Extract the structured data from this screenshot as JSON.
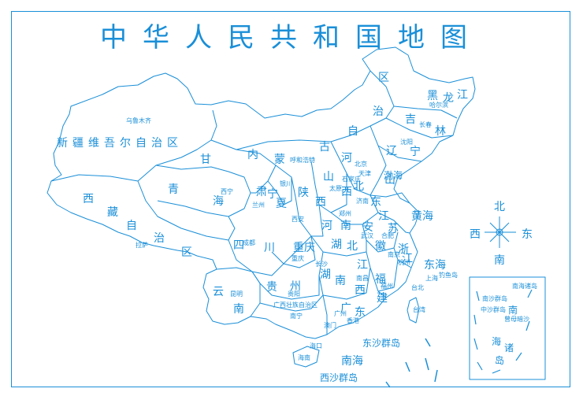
{
  "title": "中华人民共和国地图",
  "colors": {
    "line": "#1a8fd8",
    "background": "#ffffff"
  },
  "compass": {
    "north": "北",
    "south": "南",
    "east": "东",
    "west": "西"
  },
  "regions": [
    {
      "id": "heilongjiang",
      "chars": [
        "黑",
        "龙",
        "江"
      ]
    },
    {
      "id": "jilin",
      "chars": [
        "吉",
        "林"
      ]
    },
    {
      "id": "liaoning",
      "chars": [
        "辽",
        "宁"
      ]
    },
    {
      "id": "neimenggu",
      "chars": [
        "内",
        "蒙",
        "古",
        "自",
        "治",
        "区"
      ]
    },
    {
      "id": "xinjiang",
      "text": "新疆维吾尔自治区"
    },
    {
      "id": "xizang",
      "chars": [
        "西",
        "藏",
        "自",
        "治",
        "区"
      ]
    },
    {
      "id": "qinghai",
      "chars": [
        "青",
        "海"
      ]
    },
    {
      "id": "gansu",
      "chars": [
        "甘",
        "肃"
      ]
    },
    {
      "id": "sichuan",
      "chars": [
        "四",
        "川"
      ]
    },
    {
      "id": "yunnan",
      "chars": [
        "云",
        "南"
      ]
    },
    {
      "id": "guizhou",
      "chars": [
        "贵",
        "州"
      ]
    },
    {
      "id": "guangxi",
      "text": "广西壮族自治区"
    },
    {
      "id": "guangdong",
      "chars": [
        "广",
        "东"
      ]
    },
    {
      "id": "hunan",
      "chars": [
        "湖",
        "南"
      ]
    },
    {
      "id": "hubei",
      "chars": [
        "湖",
        "北"
      ]
    },
    {
      "id": "henan",
      "chars": [
        "河",
        "南"
      ]
    },
    {
      "id": "shaanxi",
      "chars": [
        "陕",
        "西"
      ]
    },
    {
      "id": "shanxi",
      "chars": [
        "山",
        "西"
      ]
    },
    {
      "id": "hebei",
      "chars": [
        "河",
        "北"
      ]
    },
    {
      "id": "shandong",
      "chars": [
        "山",
        "东"
      ]
    },
    {
      "id": "jiangsu",
      "chars": [
        "江",
        "苏"
      ]
    },
    {
      "id": "anhui",
      "chars": [
        "安",
        "徽"
      ]
    },
    {
      "id": "zhejiang",
      "chars": [
        "浙",
        "江"
      ]
    },
    {
      "id": "jiangxi",
      "chars": [
        "江",
        "西"
      ]
    },
    {
      "id": "fujian",
      "chars": [
        "福",
        "建"
      ]
    },
    {
      "id": "ningxia",
      "chars": [
        "宁",
        "夏"
      ]
    },
    {
      "id": "chongqing",
      "text": "重庆"
    },
    {
      "id": "hainan",
      "text": "海南"
    },
    {
      "id": "taiwan",
      "text": "台湾"
    }
  ],
  "capitals": [
    {
      "id": "wulumuqi",
      "text": "乌鲁木齐"
    },
    {
      "id": "lasa",
      "text": "拉萨"
    },
    {
      "id": "xining",
      "text": "西宁"
    },
    {
      "id": "lanzhou",
      "text": "兰州"
    },
    {
      "id": "yinchuan",
      "text": "银川"
    },
    {
      "id": "huhehaote",
      "text": "呼和浩特"
    },
    {
      "id": "haerbin",
      "text": "哈尔滨"
    },
    {
      "id": "changchun",
      "text": "长春"
    },
    {
      "id": "shenyang",
      "text": "沈阳"
    },
    {
      "id": "beijing",
      "text": "北京"
    },
    {
      "id": "tianjin",
      "text": "天津"
    },
    {
      "id": "shijiazhuang",
      "text": "石家庄"
    },
    {
      "id": "taiyuan",
      "text": "太原"
    },
    {
      "id": "jinan",
      "text": "济南"
    },
    {
      "id": "zhengzhou",
      "text": "郑州"
    },
    {
      "id": "xian",
      "text": "西安"
    },
    {
      "id": "chengdu",
      "text": "成都"
    },
    {
      "id": "chongqing_city",
      "text": "重庆"
    },
    {
      "id": "wuhan",
      "text": "武汉"
    },
    {
      "id": "hefei",
      "text": "合肥"
    },
    {
      "id": "nanjing",
      "text": "南京"
    },
    {
      "id": "shanghai",
      "text": "上海"
    },
    {
      "id": "hangzhou",
      "text": "杭州"
    },
    {
      "id": "nanchang",
      "text": "南昌"
    },
    {
      "id": "changsha",
      "text": "长沙"
    },
    {
      "id": "fuzhou",
      "text": "福州"
    },
    {
      "id": "guiyang",
      "text": "贵阳"
    },
    {
      "id": "kunming",
      "text": "昆明"
    },
    {
      "id": "nanning",
      "text": "南宁"
    },
    {
      "id": "guangzhou",
      "text": "广州"
    },
    {
      "id": "aomen",
      "text": "澳门"
    },
    {
      "id": "xianggang",
      "text": "香港"
    },
    {
      "id": "haikou",
      "text": "海口"
    },
    {
      "id": "taibei",
      "text": "台北"
    }
  ],
  "seas": {
    "bohai": "渤海",
    "huanghai": "黄海",
    "donghai": "东海",
    "nanhai": "南海",
    "diaoyudao": "钓鱼岛",
    "dongsha": "东沙群岛",
    "xisha": "西沙群岛"
  },
  "inset": {
    "labels": [
      "南海诸岛",
      "南沙群岛",
      "中沙群岛",
      "曾母暗沙",
      "南",
      "海",
      "诸",
      "岛"
    ]
  }
}
